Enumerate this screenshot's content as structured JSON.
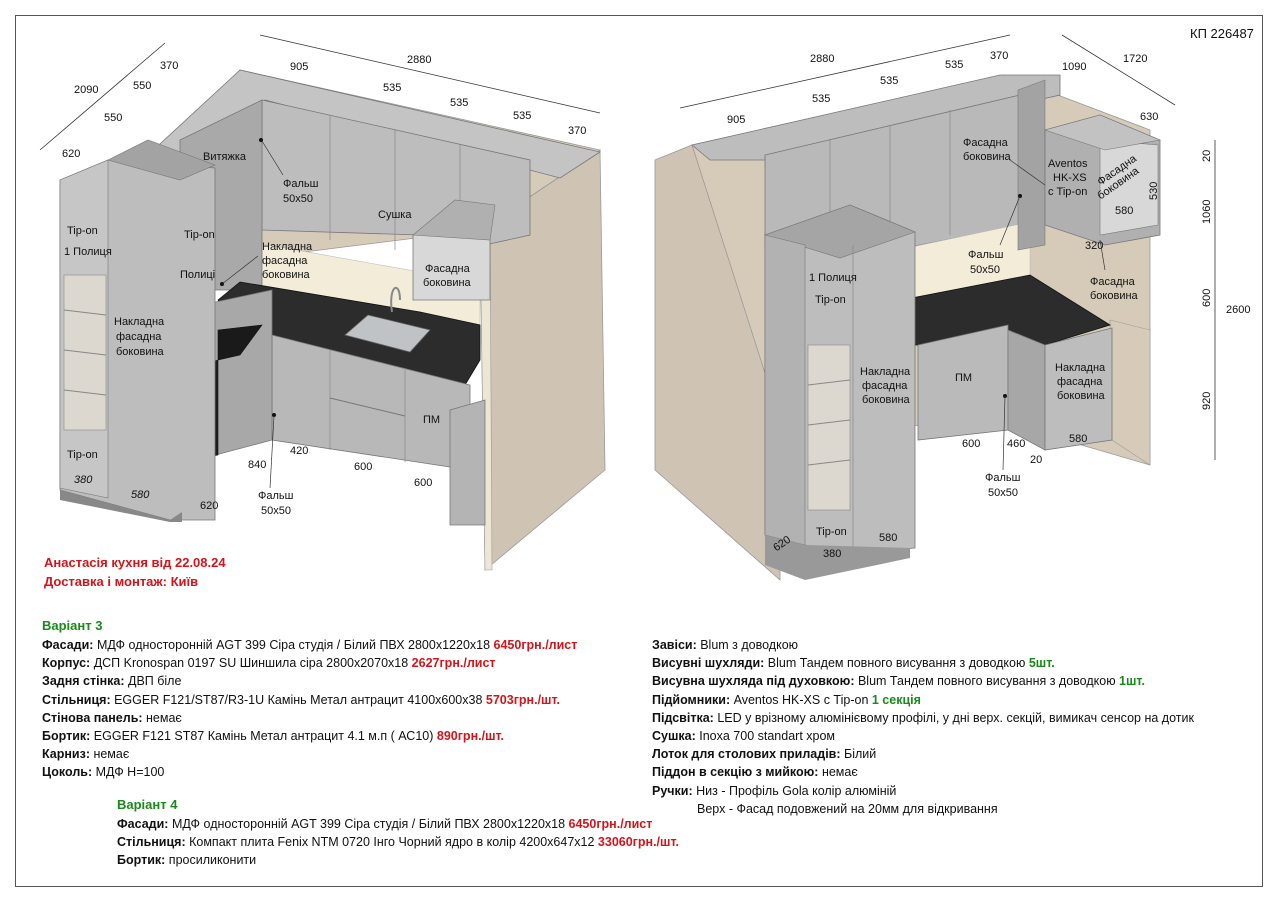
{
  "doc_code": "КП 226487",
  "colors": {
    "accent_red": "#d4141a",
    "accent_green": "#1a8a1a",
    "wall": "#d6cbb9",
    "body_grey": "#b4b4b4",
    "countertop": "#2c2c2c"
  },
  "header": {
    "line1": "Анастасія кухня від 22.08.24",
    "line2": "Доставка і монтаж: Київ"
  },
  "left_view": {
    "dims": {
      "d2090": "2090",
      "d550a": "550",
      "d550b": "550",
      "d620": "620",
      "d370a": "370",
      "d905": "905",
      "d2880": "2880",
      "d535a": "535",
      "d535b": "535",
      "d535c": "535",
      "d370b": "370",
      "d840": "840",
      "d420": "420",
      "d600a": "600",
      "d600b": "600",
      "d620b": "620",
      "d380": "380",
      "d580": "580"
    },
    "labels": {
      "vytyazhka": "Витяжка",
      "falsh1": "Фальш",
      "falsh1b": "50х50",
      "sushka": "Сушка",
      "tipon1": "Tip-on",
      "polytsia": "1 Полиця",
      "tipon2": "Tip-on",
      "polytsi": "Полиці",
      "nakl1": "Накладна",
      "nakl1b": "фасадна",
      "nakl1c": "боковина",
      "nakl2": "Накладна",
      "nakl2b": "фасадна",
      "nakl2c": "боковина",
      "fasadna": "Фасадна",
      "fasadnab": "боковина",
      "pm": "ПМ",
      "tipon3": "Tip-on",
      "falsh2": "Фальш",
      "falsh2b": "50х50"
    }
  },
  "right_view": {
    "dims": {
      "d2880": "2880",
      "d370": "370",
      "d1090": "1090",
      "d1720": "1720",
      "d905": "905",
      "d535a": "535",
      "d535b": "535",
      "d535c": "535",
      "d630": "630",
      "d20a": "20",
      "d1060": "1060",
      "d600": "600",
      "d2600": "2600",
      "d920": "920",
      "d530": "530",
      "d580a": "580",
      "d320": "320",
      "d600b": "600",
      "d460": "460",
      "d20b": "20",
      "d580b": "580",
      "d620": "620",
      "d380": "380",
      "d580c": "580"
    },
    "labels": {
      "fas1": "Фасадна",
      "fas1b": "боковина",
      "aventos": "Aventos",
      "aventos2": "HK-XS",
      "aventos3": "с Tip-on",
      "fas2": "Фасадна",
      "fas2b": "боковина",
      "falsh": "Фальш",
      "falshb": "50х50",
      "fas3": "Фасадна",
      "fas3b": "боковина",
      "polytsia": "1 Полиця",
      "tipon": "Tip-on",
      "nakl": "Накладна",
      "naklb": "фасадна",
      "naklc": "боковина",
      "pm": "ПМ",
      "nakl2": "Накладна",
      "nakl2b": "фасадна",
      "nakl2c": "боковина",
      "falsh2": "Фальш",
      "falsh2b": "50х50",
      "tipon2": "Tip-on"
    }
  },
  "variant3": {
    "title": "Варіант 3",
    "left": [
      {
        "k": "Фасади:",
        "v": " МДФ односторонній AGT 399 Сіра студія / Білий ПВХ 2800х1220х18 ",
        "p": "6450грн./лист"
      },
      {
        "k": "Корпус:",
        "v": " ДСП Kronospan 0197 SU Шиншила сіра 2800х2070х18 ",
        "p": "2627грн./лист"
      },
      {
        "k": "Задня стінка:",
        "v": " ДВП біле",
        "p": ""
      },
      {
        "k": "Стільниця:",
        "v": " EGGER F121/ST87/R3-1U Камінь Метал антрацит 4100х600х38 ",
        "p": "5703грн./шт."
      },
      {
        "k": "Стінова панель:",
        "v": " немає",
        "p": ""
      },
      {
        "k": "Бортик:",
        "v": " EGGER F121 ST87 Камінь Метал антрацит 4.1 м.п ( АС10) ",
        "p": "890грн./шт."
      },
      {
        "k": "Карниз:",
        "v": " немає",
        "p": ""
      },
      {
        "k": "Цоколь:",
        "v": " МДФ Н=100",
        "p": ""
      }
    ],
    "right": [
      {
        "k": "Завіси:",
        "v": " Blum з доводкою",
        "g": ""
      },
      {
        "k": "Висувні шухляди:",
        "v": " Blum Тандем повного висування з доводкою ",
        "g": "5шт."
      },
      {
        "k": "Висувна шухляда під духовкою:",
        "v": " Blum Тандем повного висування з доводкою ",
        "g": "1шт."
      },
      {
        "k": "Підйомники:",
        "v": " Aventos HK-XS с Tip-on ",
        "g": "1 секція"
      },
      {
        "k": "Підсвітка:",
        "v": " LED у врізному алюмінієвому профілі, у дні верх. секцій, вимикач сенсор на дотик",
        "g": ""
      },
      {
        "k": "Сушка:",
        "v": " Inoxa 700 standart хром",
        "g": ""
      },
      {
        "k": "Лоток для столових приладів:",
        "v": " Білий",
        "g": ""
      },
      {
        "k": "Піддон в секцію з мийкою:",
        "v": " немає",
        "g": ""
      },
      {
        "k": "Ручки:",
        "v": " Низ - Профіль Gola колір алюміній",
        "g": ""
      },
      {
        "k": "",
        "v": "Верх - Фасад подовжений на 20мм для відкривання",
        "g": ""
      }
    ]
  },
  "variant4": {
    "title": "Варіант 4",
    "rows": [
      {
        "k": "Фасади:",
        "v": " МДФ односторонній AGT 399 Сіра студія / Білий ПВХ 2800х1220х18 ",
        "p": "6450грн./лист"
      },
      {
        "k": "Стільниця:",
        "v": " Компакт плита Fenix NTM 0720 Інго Чорний ядро в колір 4200х647х12 ",
        "p": "33060грн./шт."
      },
      {
        "k": "Бортик:",
        "v": " просиликонити",
        "p": ""
      }
    ]
  }
}
